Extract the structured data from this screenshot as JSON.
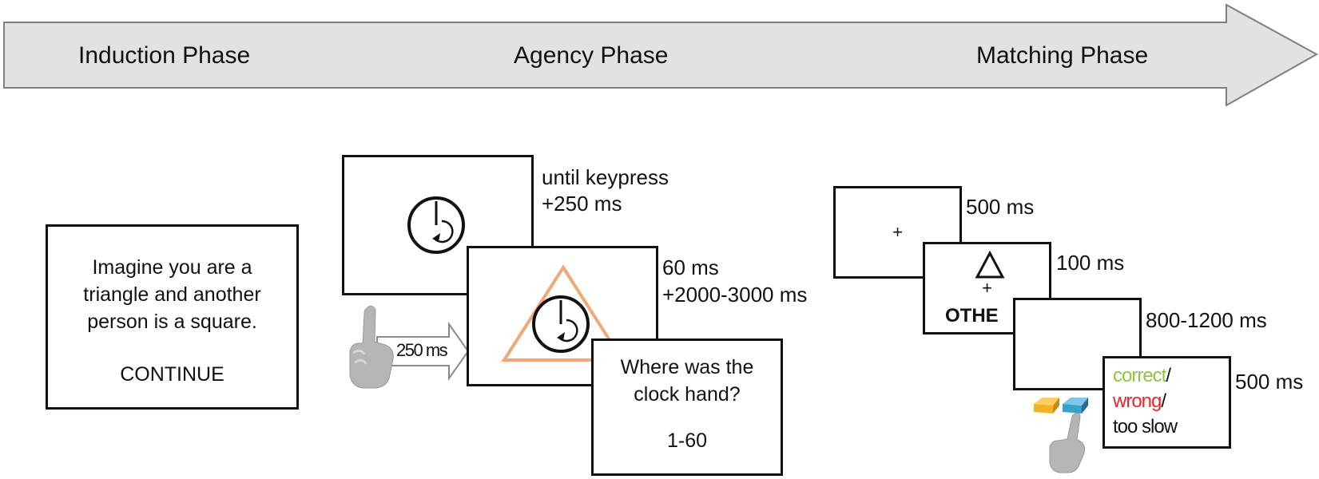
{
  "phases": [
    "Induction Phase",
    "Agency Phase",
    "Matching Phase"
  ],
  "induction": {
    "instruction": [
      "Imagine you are a",
      "triangle and another",
      "person is a square."
    ],
    "button": "CONTINUE"
  },
  "agency": {
    "clock_timing": [
      "until keypress",
      "+250 ms"
    ],
    "triangle_timing": [
      "60 ms",
      "+2000-3000 ms"
    ],
    "press_delay": "250 ms",
    "question": [
      "Where was the",
      "clock hand?"
    ],
    "answer_range": "1-60"
  },
  "matching": {
    "fixation_symbol": "+",
    "fixation_timing": "500 ms",
    "stimulus_label": "OTHE",
    "stimulus_timing": "100 ms",
    "blank_timing": "800-1200 ms",
    "feedback": {
      "correct": "correct",
      "sep1": "/",
      "wrong": "wrong",
      "sep2": "/",
      "slow": "too slow"
    },
    "feedback_timing": "500 ms"
  },
  "colors": {
    "arrow_fill": "#e2e2e2",
    "arrow_stroke": "#7f7f7f",
    "triangle": "#f0a878",
    "correct": "#8dc63f",
    "wrong": "#e8262a",
    "key_yellow": "#f0b323",
    "key_blue": "#3aa0c8",
    "hand": "#b5b5b5"
  },
  "icons": [
    "phase-arrow",
    "clock-icon",
    "pointing-hand-icon",
    "keyboard-keys-icon",
    "triangle-icon"
  ]
}
